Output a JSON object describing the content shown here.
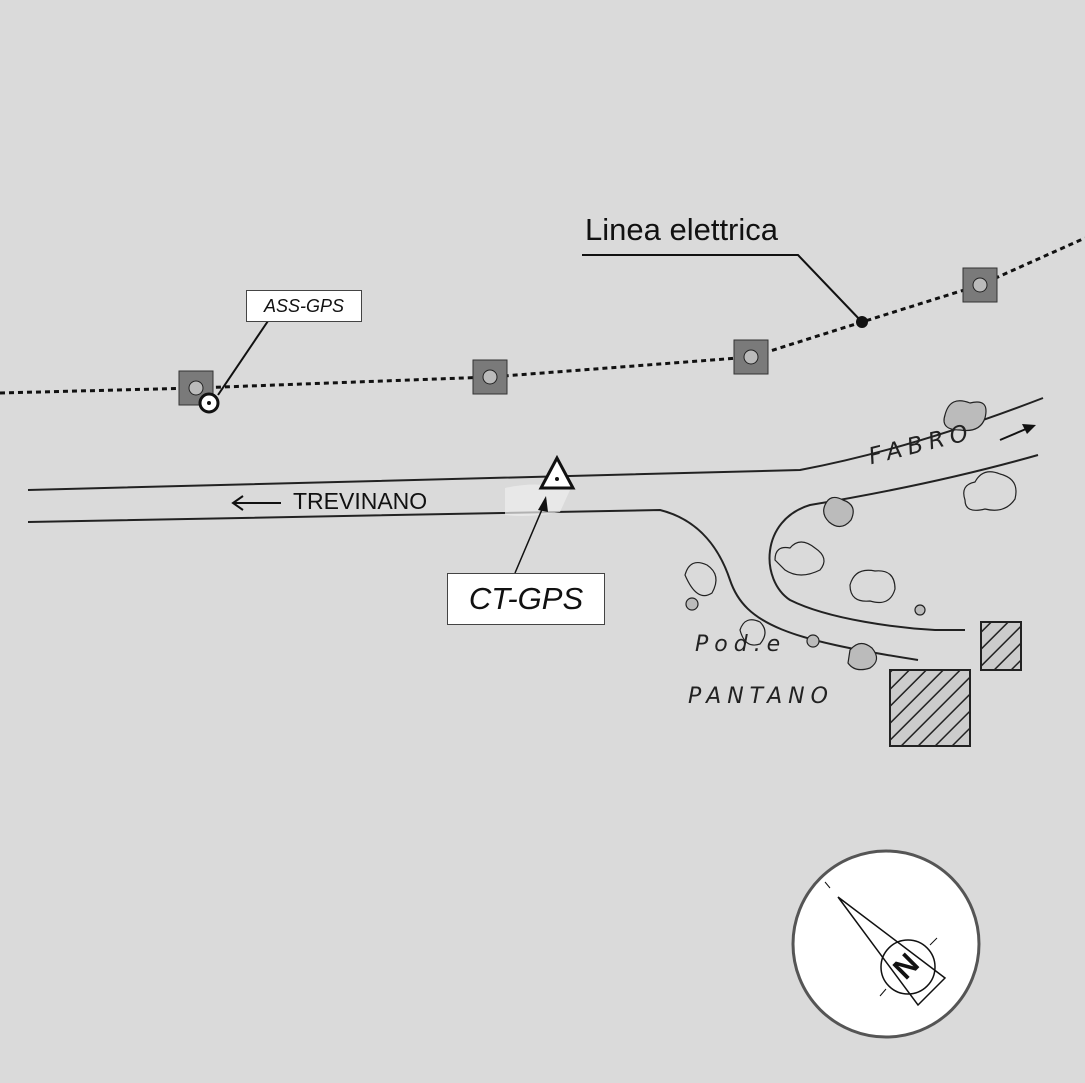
{
  "labels": {
    "power_line": "Linea elettrica",
    "ass_gps": "ASS-GPS",
    "ct_gps": "CT-GPS",
    "trevinano": "TREVINANO",
    "fabro": "FABRO",
    "podere": "Pod.e",
    "pantano": "PANTANO",
    "north": "N"
  },
  "arrows": {
    "trevinano": "←",
    "fabro": "→"
  },
  "colors": {
    "background": "#dadada",
    "ink": "#111111",
    "pole": "#7a7a7a"
  },
  "icons": [
    "power-pole-icon",
    "gps-station-icon",
    "triangulation-point-icon",
    "building-icon",
    "tree-icon",
    "north-compass-icon"
  ]
}
